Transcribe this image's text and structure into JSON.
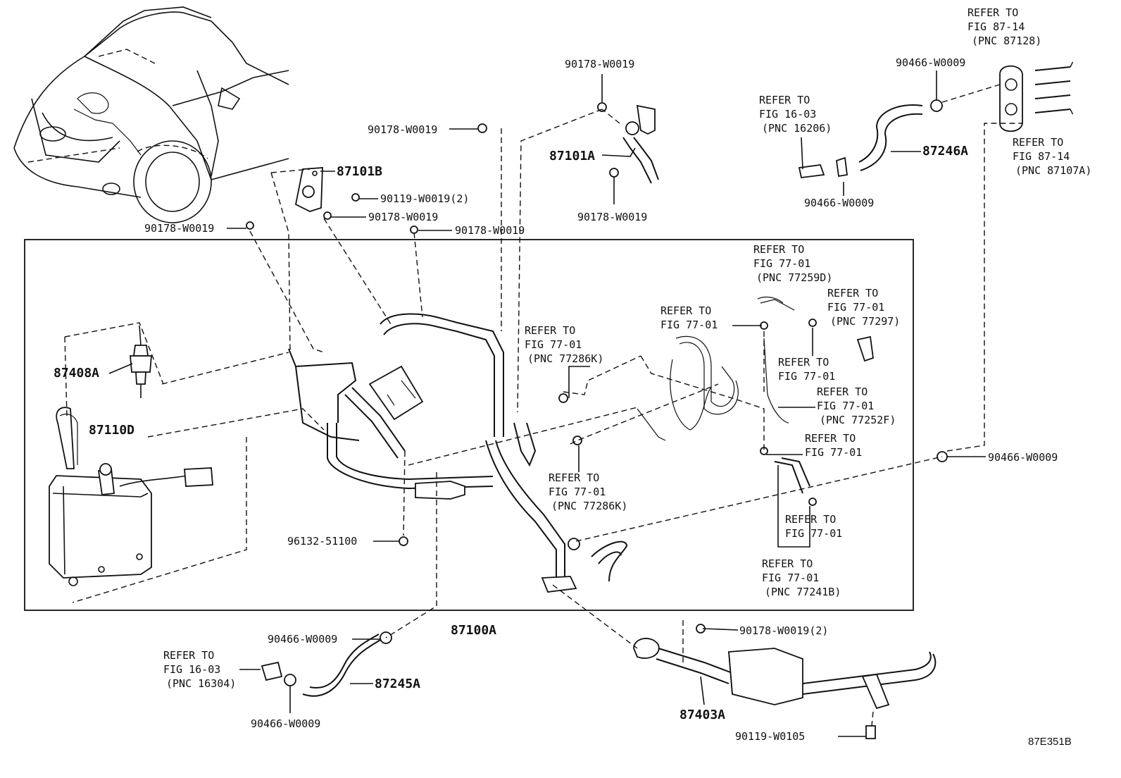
{
  "diagram": {
    "figure_code": "87E351B",
    "main_assembly": "87100A",
    "part_labels": [
      "87101B",
      "87101A",
      "87246A",
      "87408A",
      "87110D",
      "87245A",
      "87403A"
    ],
    "fastener_labels": [
      "90178-W0019",
      "90178-W0019",
      "90178-W0019",
      "90178-W0019",
      "90178-W0019",
      "90178-W0019",
      "90119-W0019(2)",
      "90466-W0009",
      "90466-W0009",
      "90466-W0009",
      "90466-W0009",
      "90466-W0009",
      "96132-51100",
      "90178-W0019(2)",
      "90119-W0105"
    ],
    "refers": [
      {
        "line1": "REFER TO",
        "line2": "FIG 87-14",
        "line3": "(PNC 87128)"
      },
      {
        "line1": "REFER TO",
        "line2": "FIG 16-03",
        "line3": "(PNC 16206)"
      },
      {
        "line1": "REFER TO",
        "line2": "FIG 87-14",
        "line3": "(PNC 87107A)"
      },
      {
        "line1": "REFER TO",
        "line2": "FIG 77-01",
        "line3": "(PNC 77259D)"
      },
      {
        "line1": "REFER TO",
        "line2": "FIG 77-01",
        "line3": ""
      },
      {
        "line1": "REFER TO",
        "line2": "FIG 77-01",
        "line3": "(PNC 77297)"
      },
      {
        "line1": "REFER TO",
        "line2": "FIG 77-01",
        "line3": "(PNC 77286K)"
      },
      {
        "line1": "REFER TO",
        "line2": "FIG 77-01",
        "line3": ""
      },
      {
        "line1": "REFER TO",
        "line2": "FIG 77-01",
        "line3": "(PNC 77252F)"
      },
      {
        "line1": "REFER TO",
        "line2": "FIG 77-01",
        "line3": ""
      },
      {
        "line1": "REFER TO",
        "line2": "FIG 77-01",
        "line3": "(PNC 77286K)"
      },
      {
        "line1": "REFER TO",
        "line2": "FIG 77-01",
        "line3": ""
      },
      {
        "line1": "REFER TO",
        "line2": "FIG 77-01",
        "line3": "(PNC 77241B)"
      },
      {
        "line1": "REFER TO",
        "line2": "FIG 16-03",
        "line3": "(PNC 16304)"
      }
    ]
  }
}
